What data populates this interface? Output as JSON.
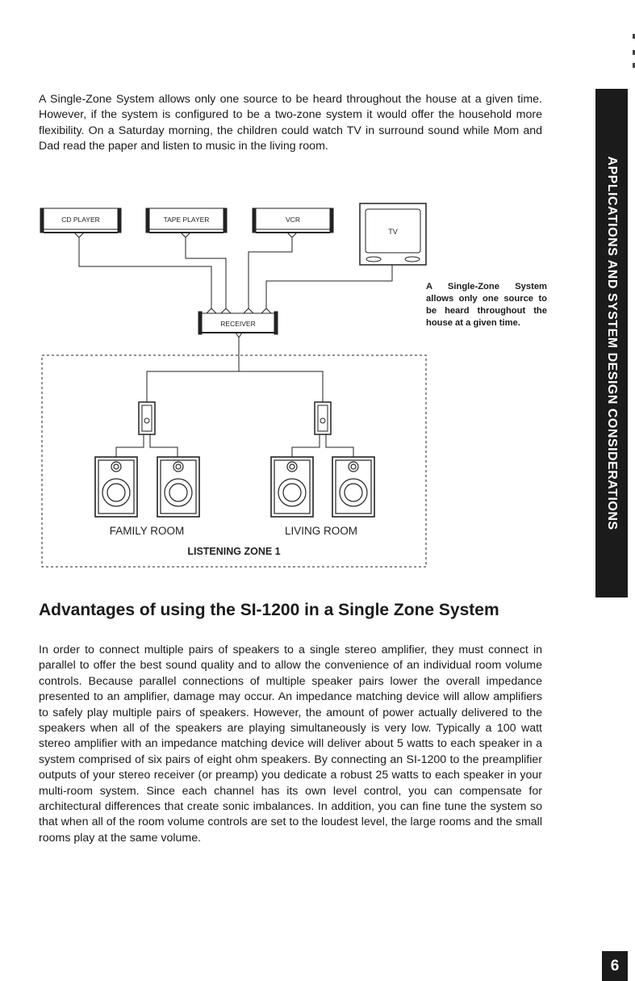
{
  "intro_paragraph": "A Single-Zone System allows only one source to be heard throughout the house at a given time. However, if the system is configured to be a two-zone system it would offer the household more flexibility. On a Saturday morning, the children could watch TV in surround sound while Mom and Dad read the paper and listen to music in the living room.",
  "side_tab": "APPLICATIONS AND SYSTEM DESIGN CONSIDERATIONS",
  "diagram": {
    "sources": [
      "CD PLAYER",
      "TAPE PLAYER",
      "VCR"
    ],
    "tv_label": "TV",
    "receiver_label": "RECEIVER",
    "room_left": "FAMILY ROOM",
    "room_right": "LIVING ROOM",
    "zone_label": "LISTENING ZONE 1"
  },
  "caption": "A Single-Zone System allows only one source to be heard throughout the house at a given time.",
  "section_heading": "Advantages of using the SI-1200 in a Single Zone System",
  "body_paragraph": "In order to connect multiple pairs of speakers to a single stereo amplifier, they must connect in parallel to offer the best sound quality and to allow the convenience of an individual room volume controls. Because parallel connections of multiple speaker pairs lower the overall impedance presented to an amplifier, damage may occur. An impedance matching device will allow amplifiers to safely play multiple pairs of speakers. However, the amount of power actually delivered to the speakers when all of the speakers are playing simultaneously is very low. Typically a 100 watt stereo amplifier with an impedance matching device will deliver about 5 watts to each speaker in a system comprised of six pairs of eight ohm speakers. By connecting an SI-1200 to the preamplifier outputs of your stereo receiver (or preamp) you dedicate a robust 25 watts to each speaker in your multi-room system. Since each channel has its own level control, you can compensate for architectural differences that create sonic imbalances. In addition, you can fine tune the system so that when all of the room volume controls are set to the loudest level, the large rooms and the small rooms play at the same volume.",
  "page_number": "6"
}
